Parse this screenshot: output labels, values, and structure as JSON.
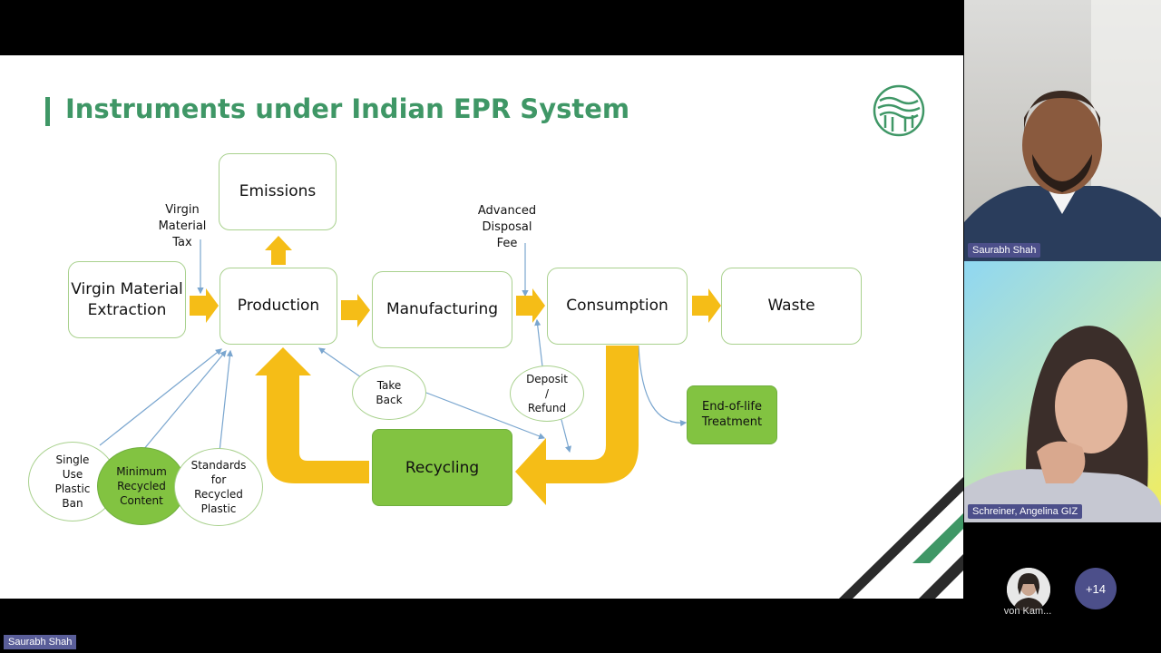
{
  "slide": {
    "title": "Instruments under Indian EPR System",
    "boxes": {
      "emissions": "Emissions",
      "virgin": "Virgin Material Extraction",
      "production": "Production",
      "manufacturing": "Manufacturing",
      "consumption": "Consumption",
      "waste": "Waste",
      "recycling": "Recycling",
      "end_of_life": "End-of-life Treatment"
    },
    "notes": {
      "virgin_tax": "Virgin Material Tax",
      "adf": "Advanced Disposal Fee"
    },
    "ovals": {
      "take_back": "Take Back",
      "deposit": "Deposit / Refund",
      "single_use": "Single Use Plastic Ban",
      "min_recycled": "Minimum Recycled Content",
      "standards": "Standards for Recycled Plastic"
    }
  },
  "participants": {
    "speaker_name": "Saurabh Shah",
    "second_name": "Schreiner, Angelina GIZ",
    "avatar_label": "von Kam...",
    "more_count": "+14",
    "active_speaker_label": "Saurabh Shah"
  },
  "colors": {
    "title_green": "#3f9766",
    "box_border": "#a9d18e",
    "fill_green": "#82c341",
    "arrow_yellow": "#f5bd17",
    "connector_blue": "#7aa6cf",
    "tag_purple": "#4c4f8a"
  },
  "icons": [
    "logo-icon"
  ]
}
